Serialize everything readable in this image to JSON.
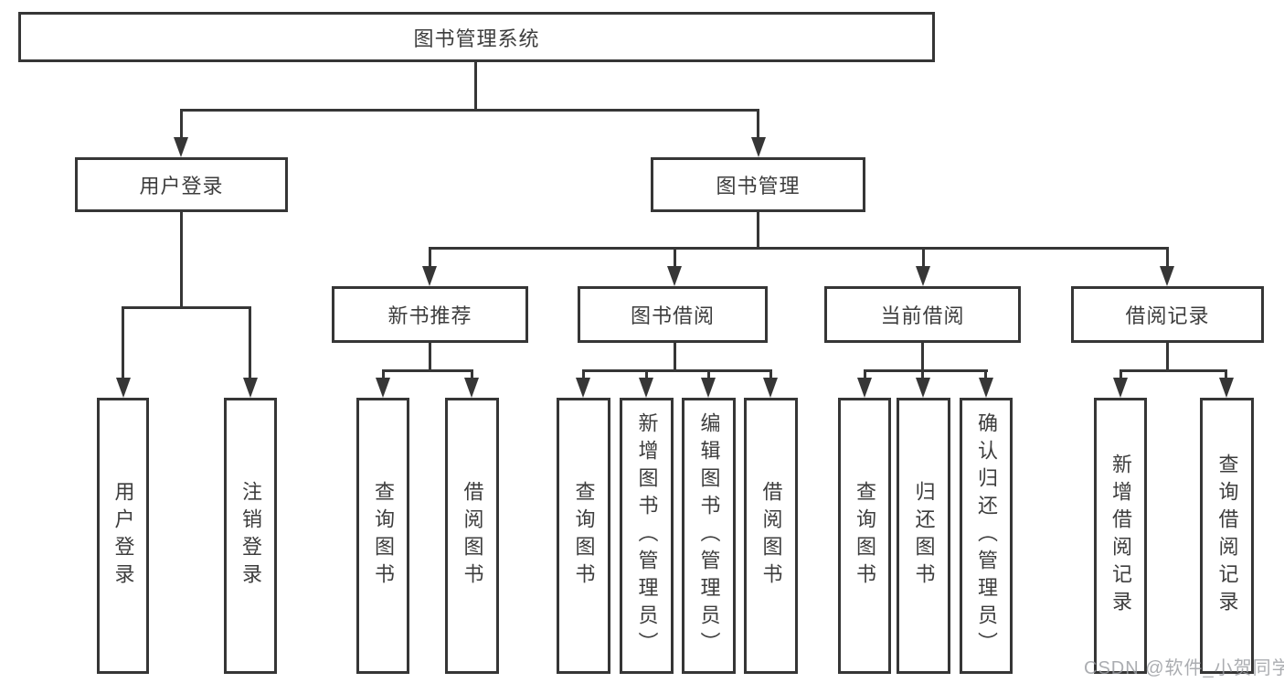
{
  "colors": {
    "line": "#363636",
    "text": "#3d3d3d",
    "box_background": "#ffffff",
    "watermark": "#989ba0"
  },
  "watermark": {
    "text": "CSDN @软件_小贺同学"
  },
  "tree": {
    "label": "图书管理系统",
    "children": [
      {
        "label": "用户登录",
        "children": [
          {
            "label": "用户登录"
          },
          {
            "label": "注销登录"
          }
        ]
      },
      {
        "label": "图书管理",
        "children": [
          {
            "label": "新书推荐",
            "children": [
              {
                "label": "查询图书"
              },
              {
                "label": "借阅图书"
              }
            ]
          },
          {
            "label": "图书借阅",
            "children": [
              {
                "label": "查询图书"
              },
              {
                "label": "新增图书（管理员）"
              },
              {
                "label": "编辑图书（管理员）"
              },
              {
                "label": "借阅图书"
              }
            ]
          },
          {
            "label": "当前借阅",
            "children": [
              {
                "label": "查询图书"
              },
              {
                "label": "归还图书"
              },
              {
                "label": "确认归还（管理员）"
              }
            ]
          },
          {
            "label": "借阅记录",
            "children": [
              {
                "label": "新增借阅记录"
              },
              {
                "label": "查询借阅记录"
              }
            ]
          }
        ]
      }
    ]
  }
}
